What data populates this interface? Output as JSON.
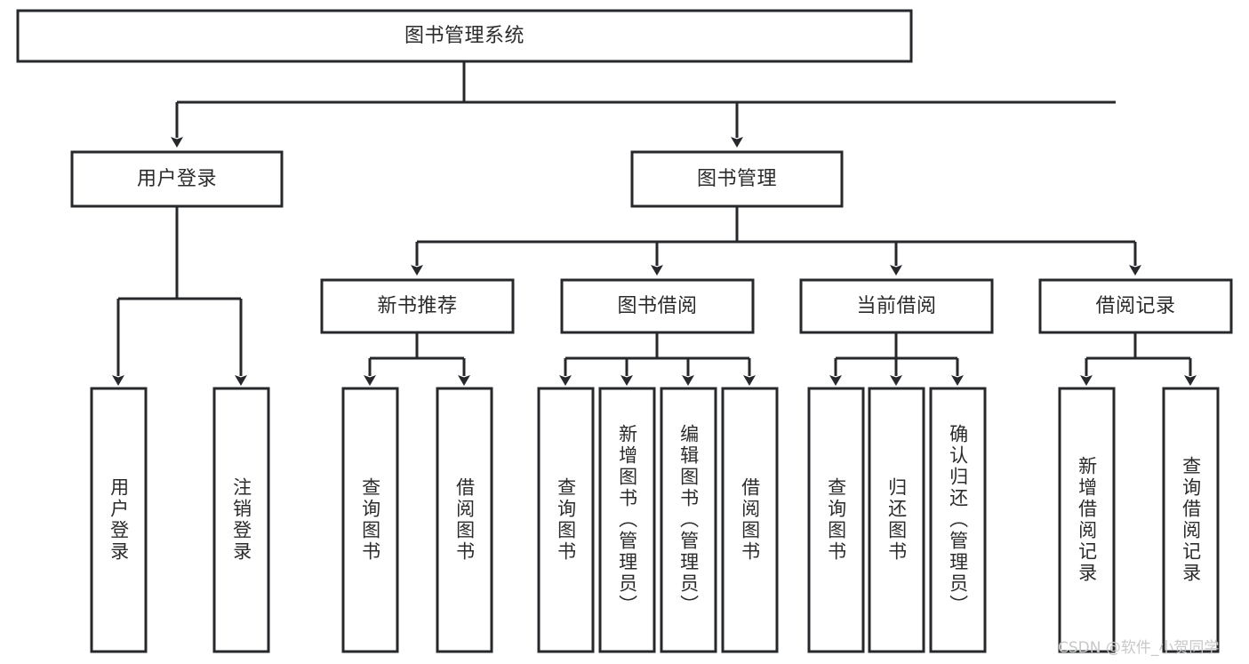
{
  "diagram": {
    "type": "tree-hierarchy",
    "title": "图书管理系统",
    "watermark": "CSDN @软件_小贺同学",
    "colors": {
      "stroke": "#26282b",
      "fill": "#ffffff",
      "text": "#2b2b2b",
      "watermark": "#c8c8c8",
      "background": "#ffffff"
    },
    "nodes": {
      "root": {
        "id": "root",
        "label": "图书管理系统",
        "level": 0,
        "orientation": "horizontal"
      },
      "l1": [
        {
          "id": "user-login",
          "label": "用户登录",
          "level": 1,
          "orientation": "horizontal"
        },
        {
          "id": "book-manage",
          "label": "图书管理",
          "level": 1,
          "orientation": "horizontal"
        }
      ],
      "l2": [
        {
          "id": "new-book-recommend",
          "label": "新书推荐",
          "level": 2,
          "orientation": "horizontal",
          "parent": "book-manage"
        },
        {
          "id": "book-borrow",
          "label": "图书借阅",
          "level": 2,
          "orientation": "horizontal",
          "parent": "book-manage"
        },
        {
          "id": "current-borrow",
          "label": "当前借阅",
          "level": 2,
          "orientation": "horizontal",
          "parent": "book-manage"
        },
        {
          "id": "borrow-record",
          "label": "借阅记录",
          "level": 2,
          "orientation": "horizontal",
          "parent": "book-manage"
        }
      ],
      "leaves": [
        {
          "id": "leaf-user-login",
          "label": "用户登录",
          "parent": "user-login",
          "orientation": "vertical"
        },
        {
          "id": "leaf-logout",
          "label": "注销登录",
          "parent": "user-login",
          "orientation": "vertical"
        },
        {
          "id": "leaf-query-book-1",
          "label": "查询图书",
          "parent": "new-book-recommend",
          "orientation": "vertical"
        },
        {
          "id": "leaf-borrow-book-1",
          "label": "借阅图书",
          "parent": "new-book-recommend",
          "orientation": "vertical"
        },
        {
          "id": "leaf-query-book-2",
          "label": "查询图书",
          "parent": "book-borrow",
          "orientation": "vertical"
        },
        {
          "id": "leaf-add-book",
          "label": "新增图书（管理员）",
          "parent": "book-borrow",
          "orientation": "vertical"
        },
        {
          "id": "leaf-edit-book",
          "label": "编辑图书（管理员）",
          "parent": "book-borrow",
          "orientation": "vertical"
        },
        {
          "id": "leaf-borrow-book-2",
          "label": "借阅图书",
          "parent": "book-borrow",
          "orientation": "vertical"
        },
        {
          "id": "leaf-query-book-3",
          "label": "查询图书",
          "parent": "current-borrow",
          "orientation": "vertical"
        },
        {
          "id": "leaf-return-book",
          "label": "归还图书",
          "parent": "current-borrow",
          "orientation": "vertical"
        },
        {
          "id": "leaf-confirm-return",
          "label": "确认归还（管理员）",
          "parent": "current-borrow",
          "orientation": "vertical"
        },
        {
          "id": "leaf-add-record",
          "label": "新增借阅记录",
          "parent": "borrow-record",
          "orientation": "vertical"
        },
        {
          "id": "leaf-query-record",
          "label": "查询借阅记录",
          "parent": "borrow-record",
          "orientation": "vertical"
        }
      ]
    }
  }
}
